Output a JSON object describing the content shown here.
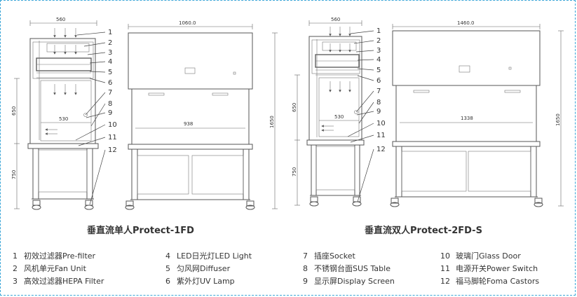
{
  "left_side_view": {
    "width_dim": "560",
    "inner_dim": "530",
    "upper_height_dim": "650",
    "lower_height_dim": "750",
    "callouts": [
      "1",
      "2",
      "3",
      "4",
      "5",
      "6",
      "7",
      "8",
      "9",
      "10",
      "11",
      "12"
    ]
  },
  "left_front_view": {
    "width_dim": "1060.0",
    "inner_dim": "938",
    "height_dim": "1650"
  },
  "right_side_view": {
    "width_dim": "560",
    "inner_dim": "530",
    "upper_height_dim": "650",
    "lower_height_dim": "750",
    "callouts": [
      "1",
      "2",
      "3",
      "4",
      "5",
      "6",
      "7",
      "8",
      "9",
      "10",
      "11",
      "12"
    ]
  },
  "right_front_view": {
    "width_dim": "1460.0",
    "inner_dim": "1338",
    "height_dim": "1650"
  },
  "titles": {
    "left": "垂直流单人Protect-1FD",
    "right": "垂直流双人Protect-2FD-S"
  },
  "legend": [
    {
      "num": "1",
      "text": "初效过滤器Pre-filter"
    },
    {
      "num": "2",
      "text": "风机单元Fan Unit"
    },
    {
      "num": "3",
      "text": "高效过滤器HEPA Filter"
    },
    {
      "num": "4",
      "text": "LED日光灯LED Light"
    },
    {
      "num": "5",
      "text": "匀风网Diffuser"
    },
    {
      "num": "6",
      "text": "紫外灯UV Lamp"
    },
    {
      "num": "7",
      "text": "插座Socket"
    },
    {
      "num": "8",
      "text": "不锈钢台面SUS Table"
    },
    {
      "num": "9",
      "text": "显示屏Display Screen"
    },
    {
      "num": "10",
      "text": "玻璃门Glass Door"
    },
    {
      "num": "11",
      "text": "电源开关Power Switch"
    },
    {
      "num": "12",
      "text": "福马脚轮Foma Castors"
    }
  ]
}
